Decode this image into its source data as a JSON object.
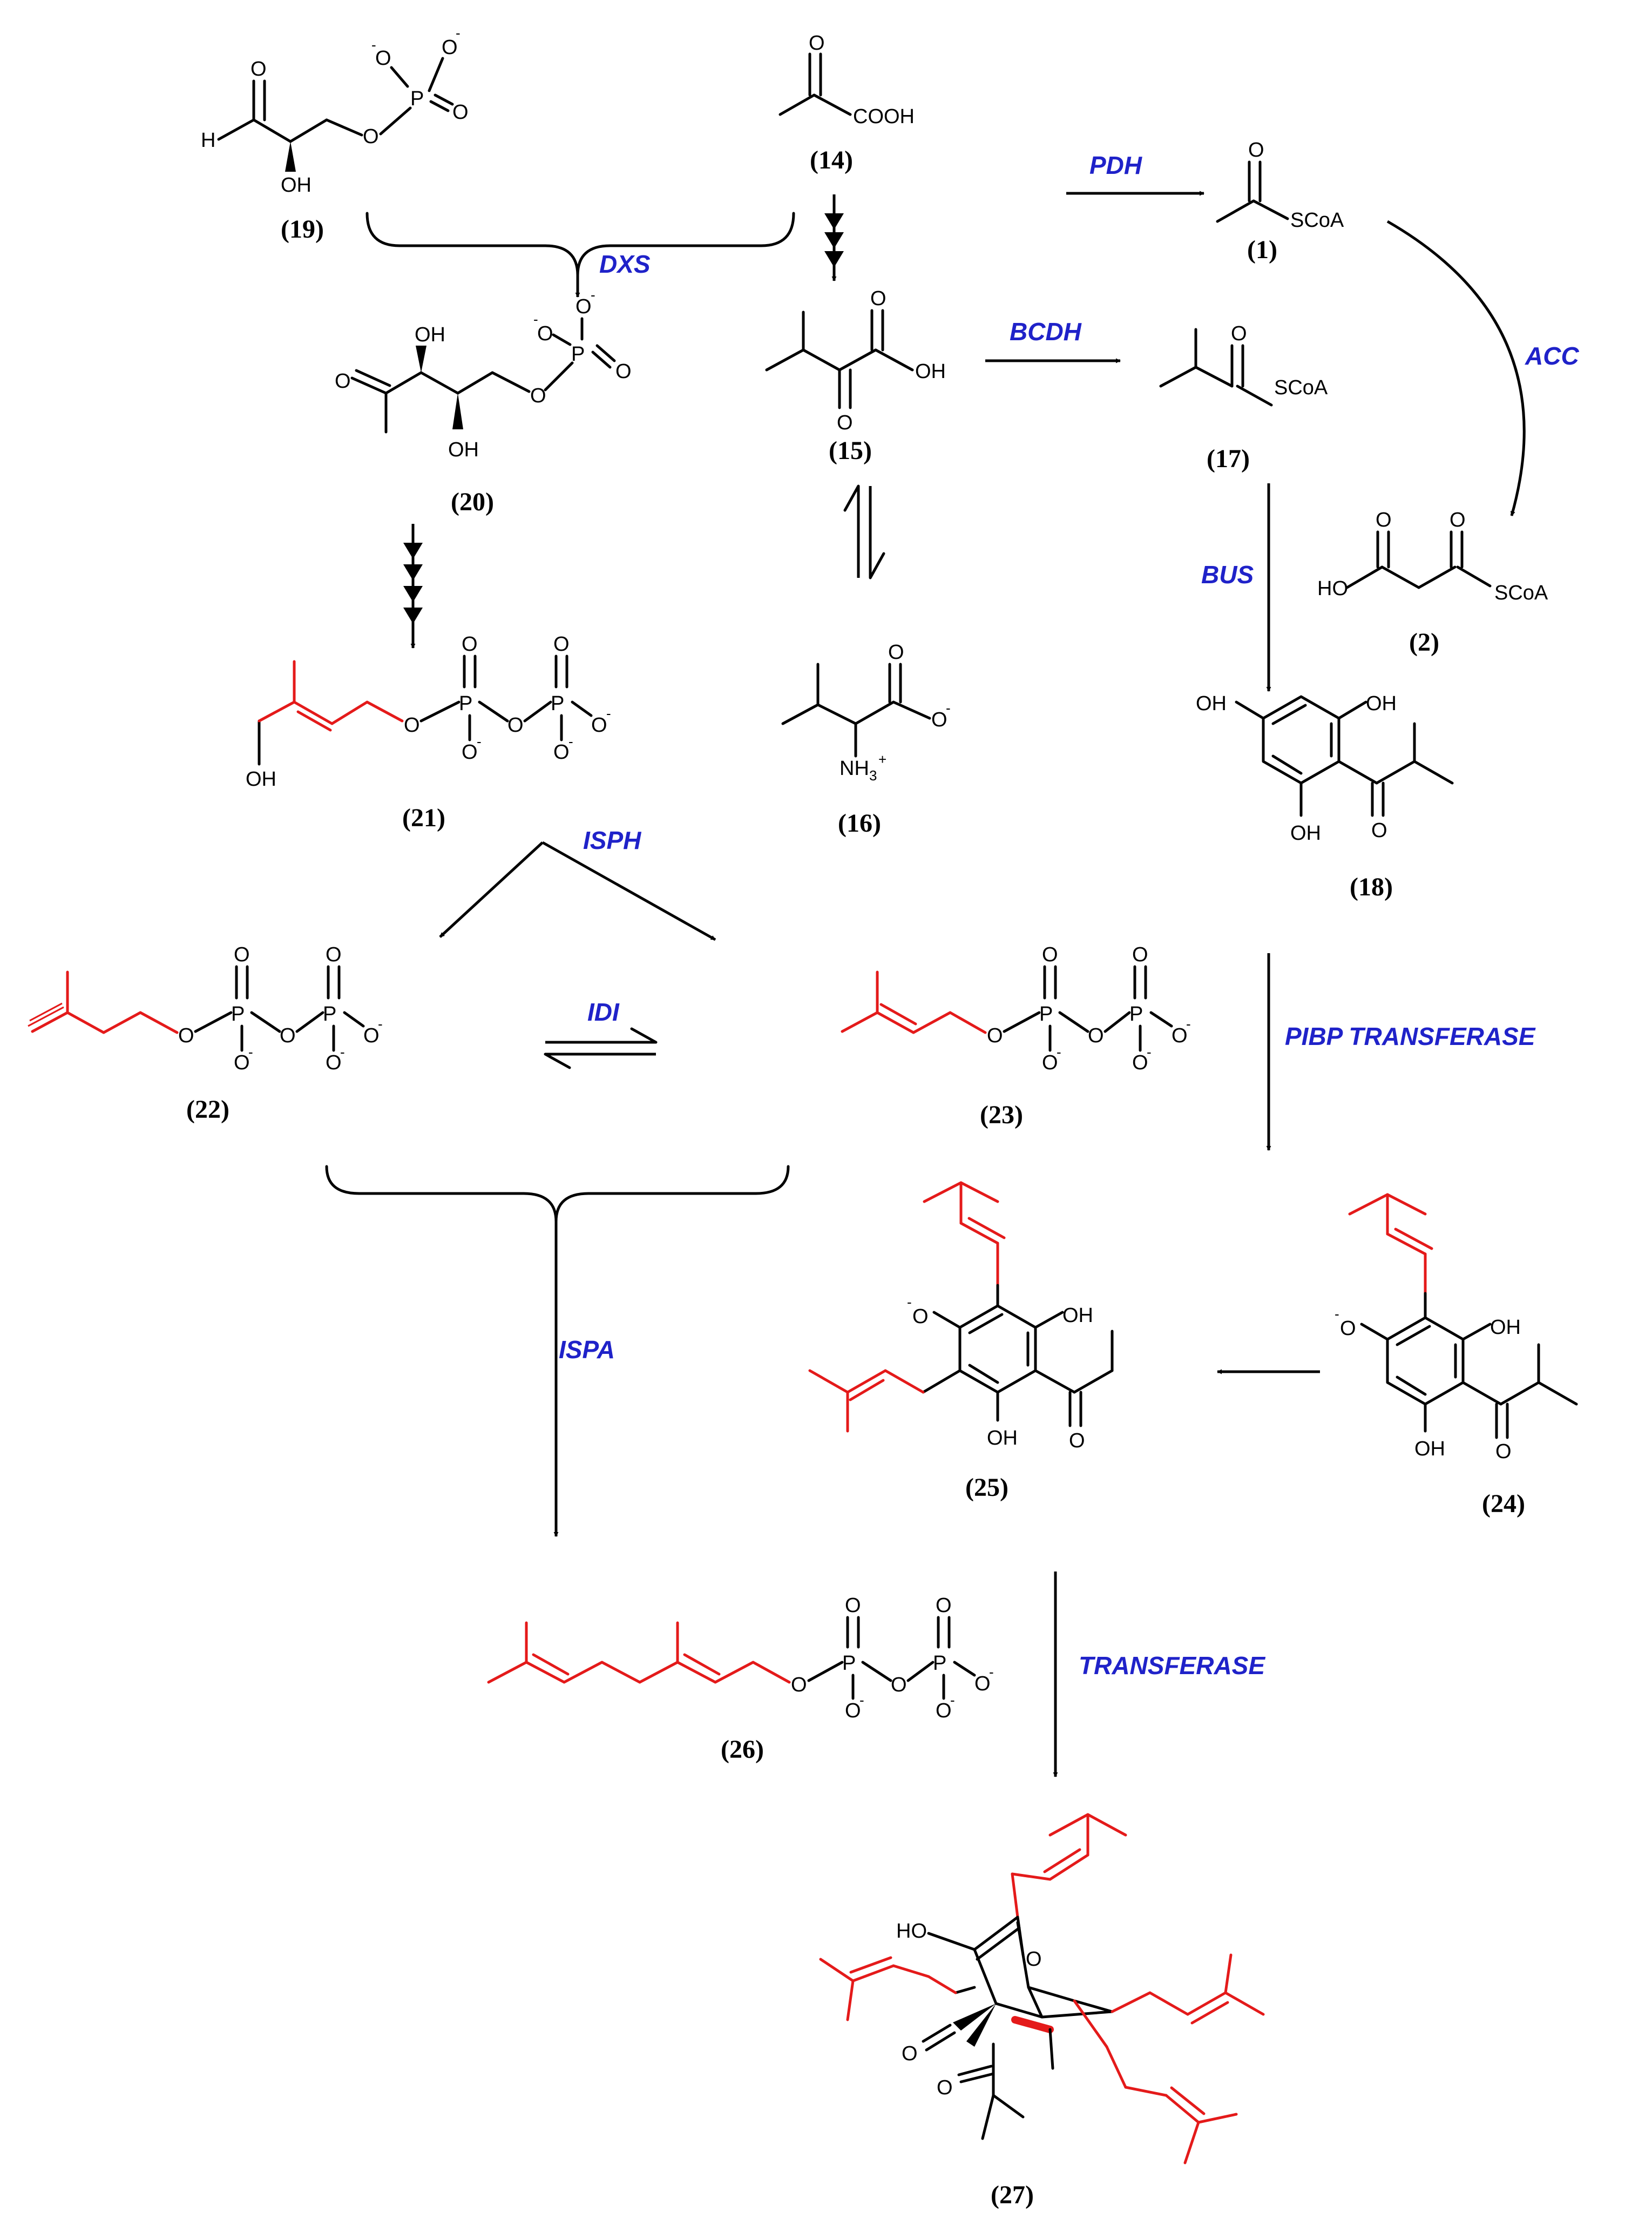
{
  "compounds": {
    "c19": "(19)",
    "c14": "(14)",
    "c1": "(1)",
    "c20": "(20)",
    "c15": "(15)",
    "c17": "(17)",
    "c2": "(2)",
    "c21": "(21)",
    "c16": "(16)",
    "c18": "(18)",
    "c22": "(22)",
    "c23": "(23)",
    "c25": "(25)",
    "c24": "(24)",
    "c26": "(26)",
    "c27": "(27)"
  },
  "enzymes": {
    "pdh": "PDH",
    "dxs": "DXS",
    "bcdh": "BCDH",
    "acc": "ACC",
    "bus": "BUS",
    "isph": "ISPH",
    "idi": "IDI",
    "pibp": "PIBP TRANSFERASE",
    "ispa": "ISPA",
    "transferase": "TRANSFERASE"
  },
  "atoms": {
    "O": "O",
    "OH": "OH",
    "HO": "HO",
    "H": "H",
    "P": "P",
    "SCoA": "SCoA",
    "COOH": "COOH",
    "NH3": "NH",
    "sub3": "3",
    "plus": "+",
    "minus": "-"
  },
  "colors": {
    "enzyme": "#1f22c9",
    "isoprenoid": "#e41a1a",
    "ink": "#000000"
  },
  "arrow_marks": {
    "multi_step_14_15": 3,
    "multi_step_20_21": 4
  }
}
